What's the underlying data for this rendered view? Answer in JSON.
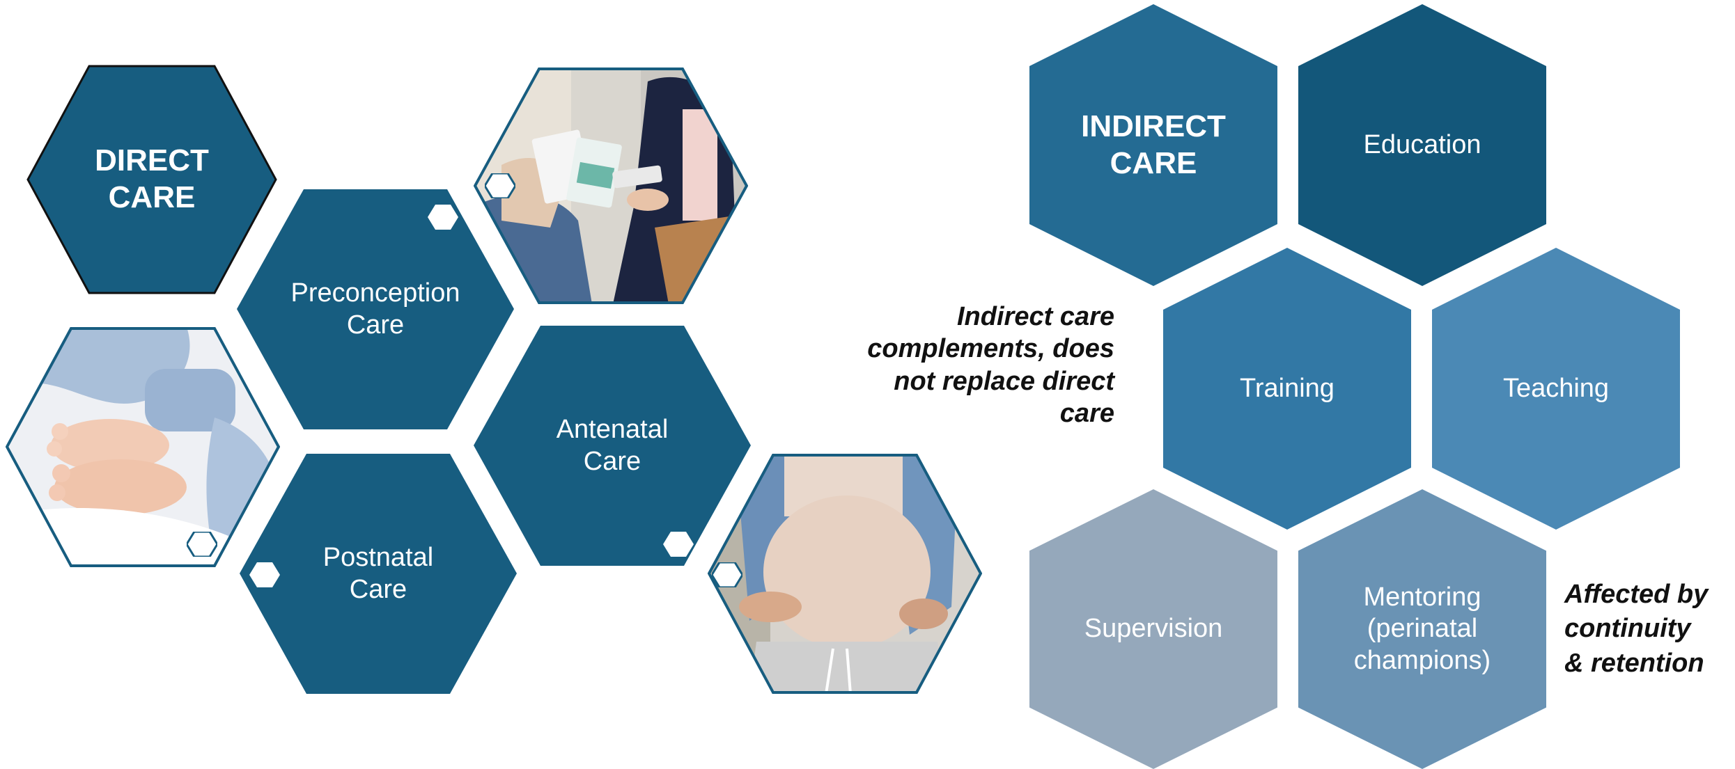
{
  "colors": {
    "dark_teal": "#175d80",
    "indirect": "#246b93",
    "education": "#13577a",
    "training": "#3278a5",
    "teaching": "#4b89b5",
    "supervision": "#95a8bb",
    "mentoring": "#6a93b4"
  },
  "direct": {
    "title": "DIRECT\nCARE",
    "preconception": "Preconception\nCare",
    "antenatal": "Antenatal\nCare",
    "postnatal": "Postnatal\nCare"
  },
  "indirect": {
    "title": "INDIRECT\nCARE",
    "education": "Education",
    "training": "Training",
    "teaching": "Teaching",
    "supervision": "Supervision",
    "mentoring": "Mentoring\n(perinatal\nchampions)"
  },
  "notes": {
    "complements": "Indirect care\ncomplements, does\nnot replace direct\ncare",
    "affected": "Affected by\ncontinuity\n& retention"
  },
  "photos": {
    "consultation": "photo-consultation-icon",
    "baby_feet": "photo-baby-feet-icon",
    "pregnant": "photo-pregnant-belly-icon"
  }
}
